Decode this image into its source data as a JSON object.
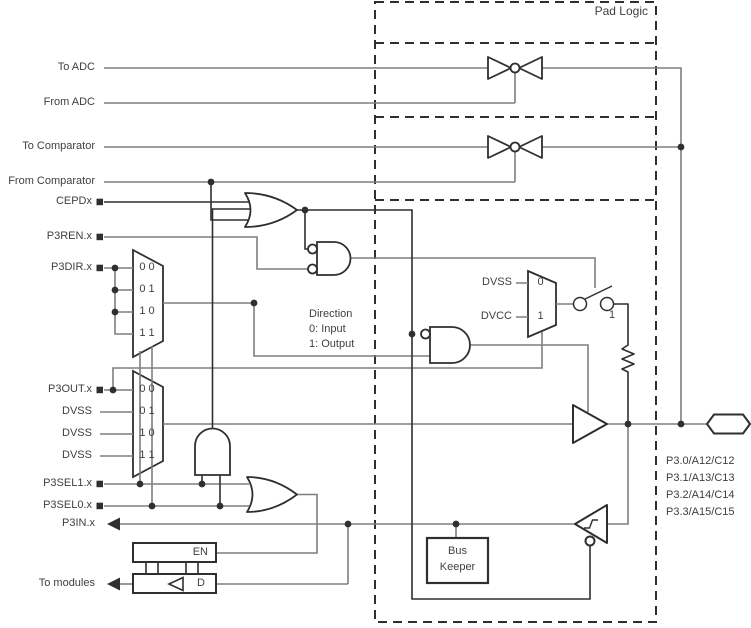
{
  "pad_logic_label": "Pad Logic",
  "signals": {
    "to_adc": "To ADC",
    "from_adc": "From ADC",
    "to_comparator": "To Comparator",
    "from_comparator": "From Comparator",
    "cepdx": "CEPDx",
    "p3ren": "P3REN.x",
    "p3dir": "P3DIR.x",
    "p3out": "P3OUT.x",
    "dvss_01": "DVSS",
    "dvss_10": "DVSS",
    "dvss_11": "DVSS",
    "p3sel1": "P3SEL1.x",
    "p3sel0": "P3SEL0.x",
    "p3in": "P3IN.x",
    "to_modules": "To modules"
  },
  "dir_mux": {
    "rows": [
      "0 0",
      "0 1",
      "1 0",
      "1 1"
    ]
  },
  "out_mux": {
    "rows": [
      "0 0",
      "0 1",
      "1 0",
      "1 1"
    ]
  },
  "direction_note": {
    "line1": "Direction",
    "line2": "0: Input",
    "line3": "1: Output"
  },
  "pull_mux": {
    "dvss": "DVSS",
    "dvcc": "DVCC",
    "sel0": "0",
    "sel1": "1"
  },
  "switch_label": "1",
  "bus_keeper": {
    "line1": "Bus",
    "line2": "Keeper"
  },
  "latch": {
    "en": "EN",
    "d": "D"
  },
  "pins": [
    "P3.0/A12/C12",
    "P3.1/A13/C13",
    "P3.2/A14/C14",
    "P3.3/A15/C15"
  ],
  "colors": {
    "wire_gray": "#7f7f7f",
    "line_black": "#2f2f2f",
    "text": "#404040"
  }
}
